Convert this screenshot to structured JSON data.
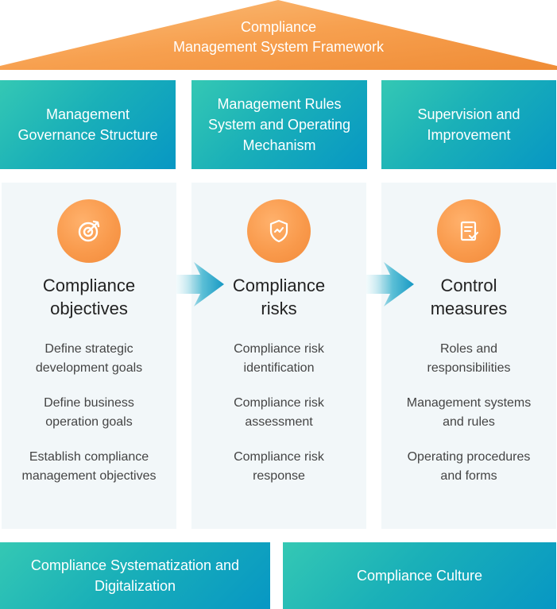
{
  "roof": {
    "title_line1": "Compliance",
    "title_line2": "Management System Framework"
  },
  "pillars": [
    {
      "line1": "Management",
      "line2": "Governance Structure",
      "line3": ""
    },
    {
      "line1": "Management Rules",
      "line2": "System and Operating",
      "line3": "Mechanism"
    },
    {
      "line1": "Supervision and",
      "line2": "Improvement",
      "line3": ""
    }
  ],
  "columns": [
    {
      "icon": "target-icon",
      "title_line1": "Compliance",
      "title_line2": "objectives",
      "items": [
        {
          "line1": "Define strategic",
          "line2": "development goals"
        },
        {
          "line1": "Define business",
          "line2": "operation goals"
        },
        {
          "line1": "Establish compliance",
          "line2": "management objectives"
        }
      ]
    },
    {
      "icon": "shield-check-icon",
      "title_line1": "Compliance",
      "title_line2": "risks",
      "items": [
        {
          "line1": "Compliance risk",
          "line2": "identification"
        },
        {
          "line1": "Compliance risk",
          "line2": "assessment"
        },
        {
          "line1": "Compliance risk",
          "line2": "response"
        }
      ]
    },
    {
      "icon": "document-check-icon",
      "title_line1": "Control",
      "title_line2": "measures",
      "items": [
        {
          "line1": "Roles and",
          "line2": "responsibilities"
        },
        {
          "line1": "Management systems",
          "line2": "and rules"
        },
        {
          "line1": "Operating procedures",
          "line2": "and forms"
        }
      ]
    }
  ],
  "base": [
    {
      "line1": "Compliance Systematization and",
      "line2": "Digitalization"
    },
    {
      "line1": "Compliance Culture",
      "line2": ""
    }
  ],
  "colors": {
    "roof_orange": "#f7a04f",
    "pillar_teal": "#1ab0b8",
    "icon_orange": "#f99a4c",
    "panel_bg": "#f2f7f9"
  }
}
